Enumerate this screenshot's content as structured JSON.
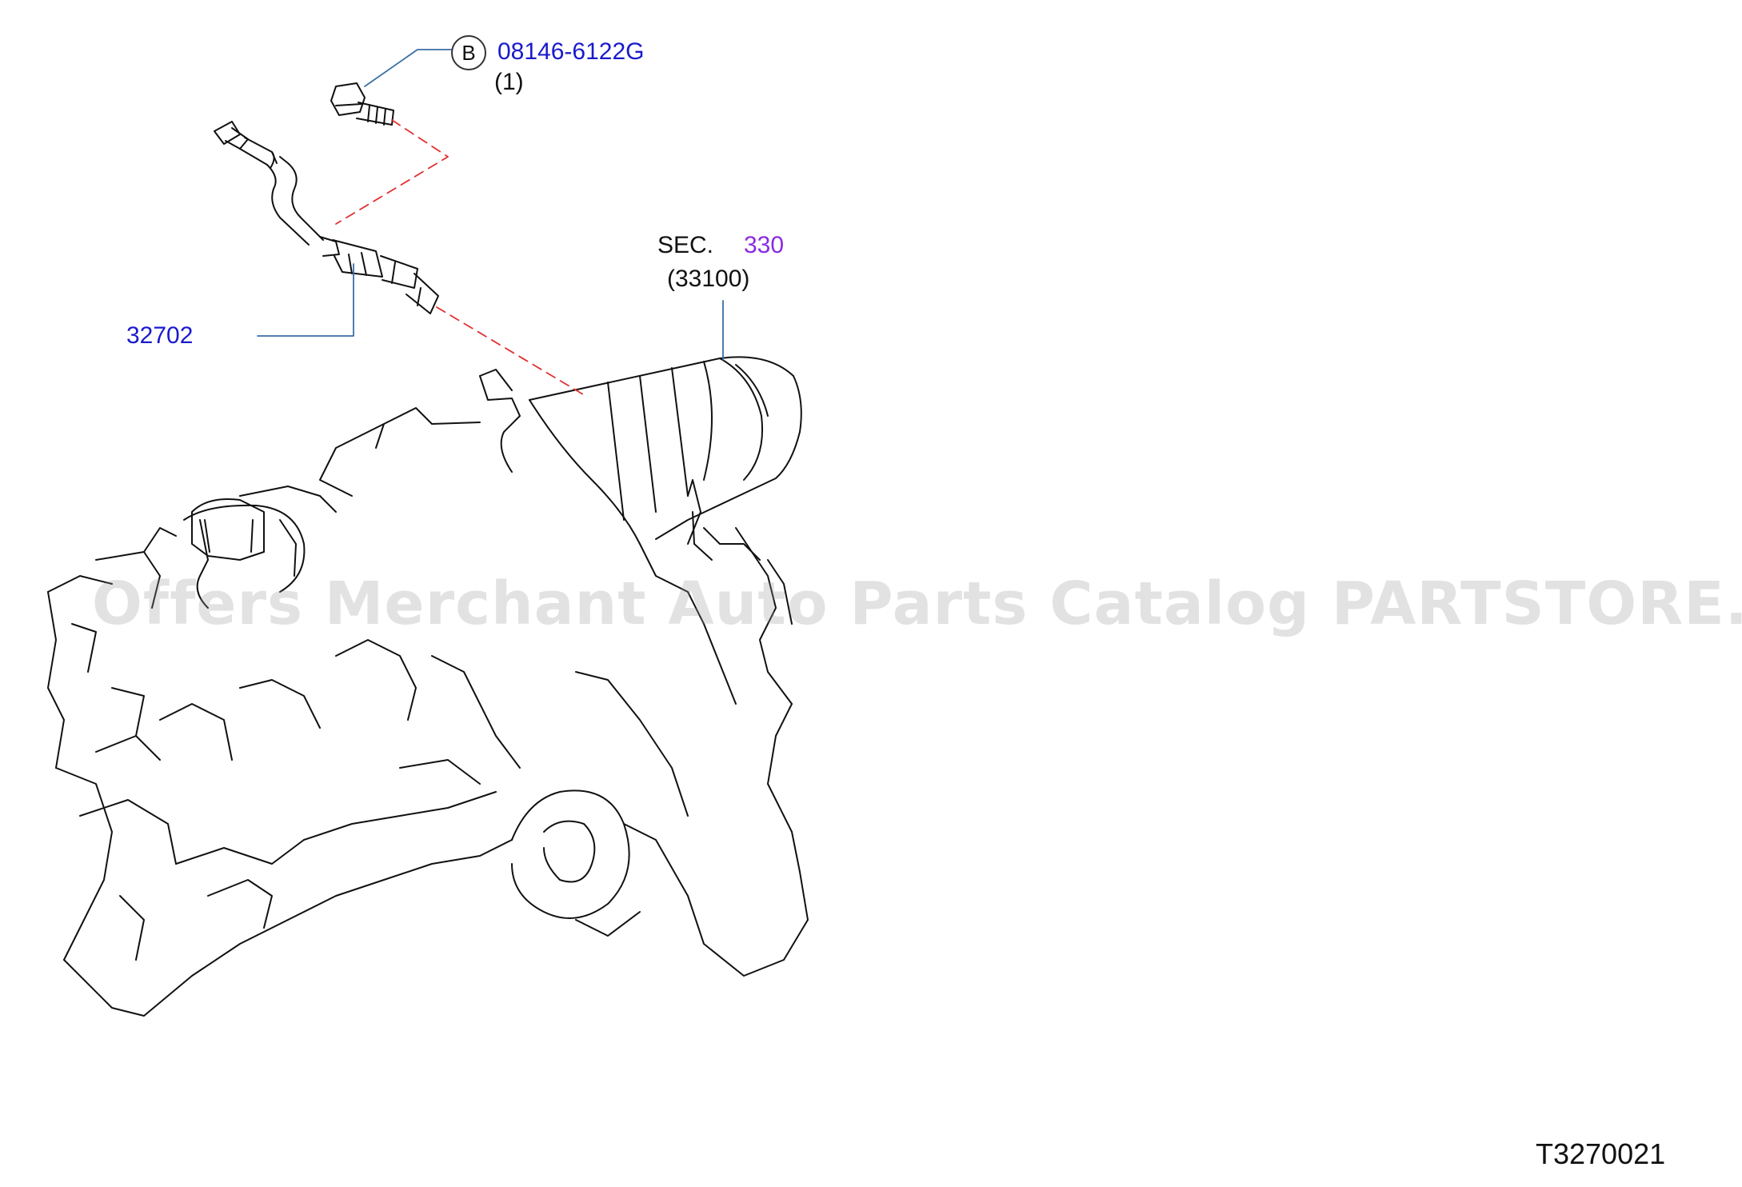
{
  "callouts": {
    "bolt_ref_letter": "B",
    "bolt_part_number": "08146-6122G",
    "bolt_qty": "(1)",
    "sensor_part_number": "32702",
    "section_prefix": "SEC.",
    "section_number": "330",
    "section_sub": "(33100)"
  },
  "watermark": "Offers Merchant Auto Parts Catalog PARTSTORE.SA",
  "diagram_code": "T3270021",
  "colors": {
    "part_number": "#1a1acc",
    "section_number": "#8a2be2",
    "leader_line": "#3a6ea5",
    "dashed_line": "#e03030",
    "outline": "#111111"
  }
}
